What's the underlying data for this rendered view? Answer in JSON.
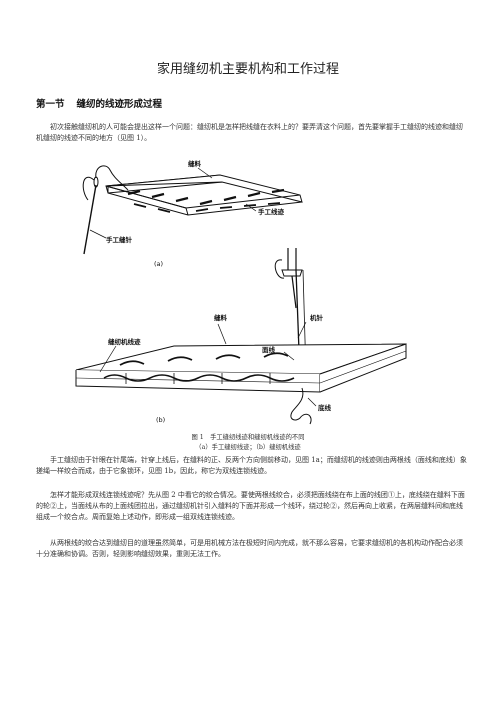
{
  "title": "家用缝纫机主要机构和工作过程",
  "section": {
    "number": "第一节",
    "name": "缝纫的线迹形成过程"
  },
  "paragraphs": {
    "p1": "初次接触缝纫机的人可能会提出这样一个问题：缝纫机是怎样把线缝在衣料上的？要弄清这个问题，首先要掌握手工缝纫的线迹和缝纫机缝纫的线迹不同的地方（见图 1）。",
    "p2": "手工缝纫由于针眼在针尾端，针穿上线后，在缝料的正、反两个方向侧前移动，见图 1a；而缝纫机的线迹则由两根线（面线和底线）象搓绳一样绞合而成，由于它象锁环，见图 1b，因此，称它为双线连锁线迹。",
    "p3": "怎样才能形成双线连锁线迹呢？先从图 2 中看它的绞合情况。要使两根线绞合，必须把面线绕在布上面的线团①上，底线绕在缝料下面的轮②上，当面线从布的上面线团拉出，通过缝纫机针引入缝料的下面并形成一个线环，绕过轮②，然后再向上收紧，在两层缝料间和底线组成一个绞合点。周而复始上述动作，即形成一组双线连锁线迹。",
    "p4": "从两根线的绞合达到缝纫目的道理虽然简单，可是用机械方法在极短时间内完成，就不那么容易，它要求缝纫机的各机构动作配合必须十分准确和协调。否则，轻则影响缝纫效果，重则无法工作。"
  },
  "figure": {
    "labels": {
      "fabric_a": "缝料",
      "hand_stitch": "手工线迹",
      "hand_needle": "手工缝针",
      "part_a": "(a)",
      "fabric_b": "缝料",
      "machine_needle": "机针",
      "machine_stitch": "缝纫机线迹",
      "upper_thread": "面线",
      "bottom_thread": "底线",
      "part_b": "(b)"
    },
    "caption": "图 1　手工缝纫线迹和缝纫机线迹的不同",
    "subcaption": "（a）手工缝纫线迹；（b）缝纫机线迹"
  }
}
